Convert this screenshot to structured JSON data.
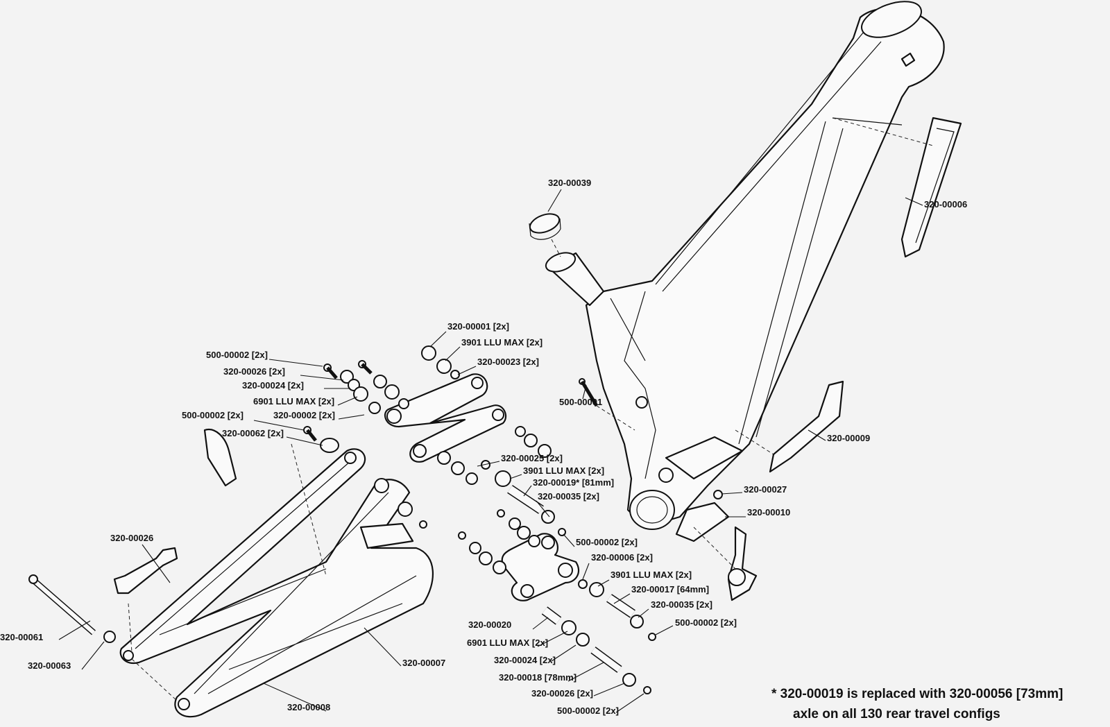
{
  "diagram": {
    "labels": [
      "320-00039",
      "320-00006",
      "320-00001 [2x]",
      "3901 LLU MAX [2x]",
      "320-00023 [2x]",
      "500-00002 [2x]",
      "320-00026 [2x]",
      "320-00024 [2x]",
      "6901 LLU MAX [2x]",
      "320-00002 [2x]",
      "500-00002 [2x]",
      "320-00062 [2x]",
      "500-00001",
      "320-00009",
      "320-00025 [2x]",
      "3901 LLU MAX [2x]",
      "320-00019* [81mm]",
      "320-00035 [2x]",
      "320-00027",
      "320-00010",
      "500-00002 [2x]",
      "320-00006 [2x]",
      "3901 LLU MAX [2x]",
      "320-00017 [64mm]",
      "320-00035 [2x]",
      "500-00002 [2x]",
      "320-00020",
      "6901 LLU MAX [2x]",
      "320-00024 [2x]",
      "320-00018 [78mm]",
      "320-00026 [2x]",
      "500-00002 [2x]",
      "320-00026",
      "320-00061",
      "320-00063",
      "320-00007",
      "320-00008"
    ],
    "note_line1": "* 320-00019 is replaced with 320-00056 [73mm]",
    "note_line2": "axle on all 130 rear travel configs"
  }
}
